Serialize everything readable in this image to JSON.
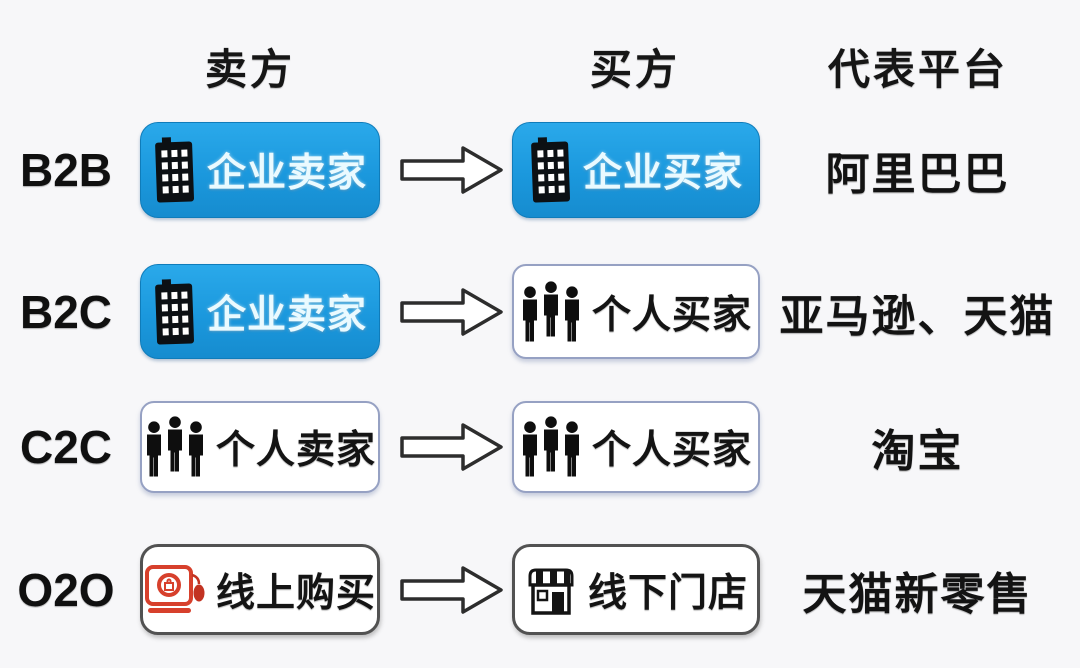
{
  "headers": {
    "seller": "卖方",
    "buyer": "买方",
    "platform": "代表平台"
  },
  "rows": [
    {
      "model": "B2B",
      "seller": {
        "label": "企业卖家",
        "icon": "building-icon",
        "style": "blue"
      },
      "buyer": {
        "label": "企业买家",
        "icon": "building-icon",
        "style": "blue"
      },
      "platform": "阿里巴巴"
    },
    {
      "model": "B2C",
      "seller": {
        "label": "企业卖家",
        "icon": "building-icon",
        "style": "blue"
      },
      "buyer": {
        "label": "个人买家",
        "icon": "people-icon",
        "style": "white"
      },
      "platform": "亚马逊、天猫"
    },
    {
      "model": "C2C",
      "seller": {
        "label": "个人卖家",
        "icon": "people-icon",
        "style": "white"
      },
      "buyer": {
        "label": "个人买家",
        "icon": "people-icon",
        "style": "white"
      },
      "platform": "淘宝"
    },
    {
      "model": "O2O",
      "seller": {
        "label": "线上购买",
        "icon": "online-computer-icon",
        "style": "white-dark"
      },
      "buyer": {
        "label": "线下门店",
        "icon": "storefront-icon",
        "style": "white-dark"
      },
      "platform": "天猫新零售"
    }
  ],
  "colors": {
    "background": "#f7f7f9",
    "box_blue": "#1b98dd",
    "box_border_light": "#96a1c3",
    "box_border_dark": "#525252",
    "icon_red": "#d7402c",
    "icon_black": "#0c1014",
    "text": "#151515"
  }
}
